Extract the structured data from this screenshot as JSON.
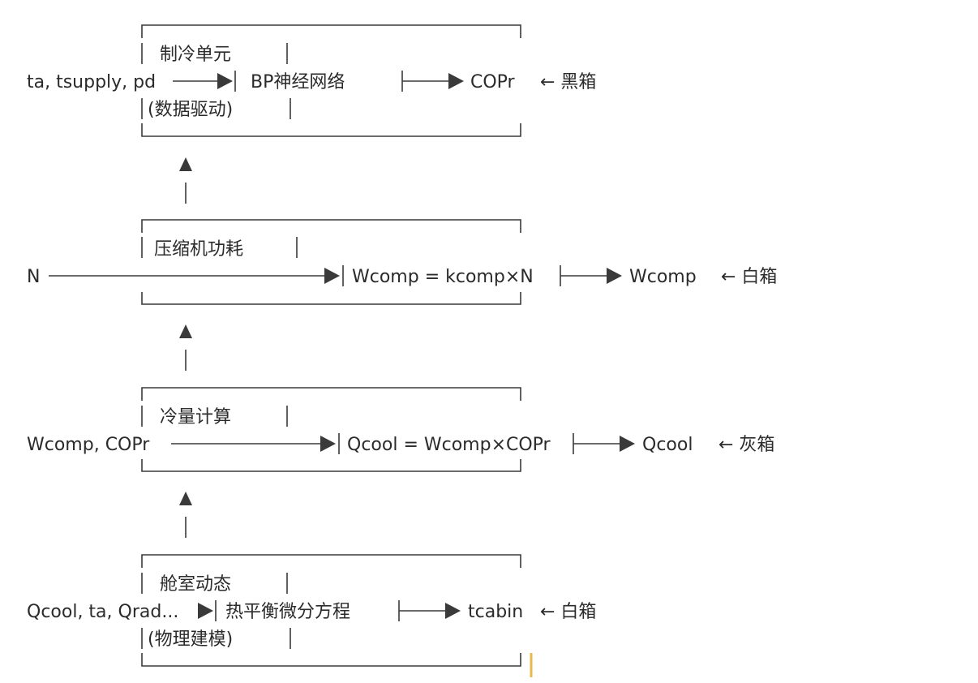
{
  "blocks": [
    {
      "title": "制冷单元",
      "inputs": "ta, tsupply, pd",
      "body": "BP神经网络",
      "note": "(数据驱动)",
      "output": "COPr",
      "tag": "← 黑箱"
    },
    {
      "title": "压缩机功耗",
      "inputs": "N",
      "body": "Wcomp = kcomp×N",
      "note": "",
      "output": "Wcomp",
      "tag": "← 白箱"
    },
    {
      "title": "冷量计算",
      "inputs": "Wcomp, COPr",
      "body": "Qcool = Wcomp×COPr",
      "note": "",
      "output": "Qcool",
      "tag": "← 灰箱"
    },
    {
      "title": "舱室动态",
      "inputs": "Qcool, ta, Qrad...",
      "body": "热平衡微分方程",
      "note": "(物理建模)",
      "output": "tcabin",
      "tag": "← 白箱"
    }
  ],
  "colors": {
    "text": "#2b2b2b",
    "line": "#3a3a3a",
    "cursor": "#e8b84a"
  }
}
